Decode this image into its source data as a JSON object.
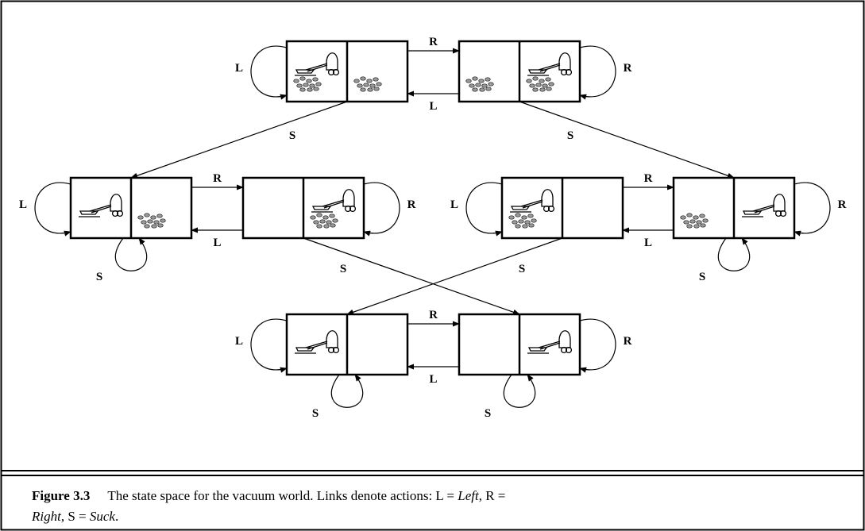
{
  "diagram": {
    "action_labels": {
      "left": "L",
      "right": "R",
      "suck": "S"
    },
    "states": [
      {
        "id": "s1",
        "left_cell": {
          "vacuum": true,
          "dirt": true
        },
        "right_cell": {
          "vacuum": false,
          "dirt": true
        }
      },
      {
        "id": "s2",
        "left_cell": {
          "vacuum": false,
          "dirt": true
        },
        "right_cell": {
          "vacuum": true,
          "dirt": true
        }
      },
      {
        "id": "s3",
        "left_cell": {
          "vacuum": true,
          "dirt": false
        },
        "right_cell": {
          "vacuum": false,
          "dirt": true
        }
      },
      {
        "id": "s4",
        "left_cell": {
          "vacuum": false,
          "dirt": false
        },
        "right_cell": {
          "vacuum": true,
          "dirt": true
        }
      },
      {
        "id": "s5",
        "left_cell": {
          "vacuum": true,
          "dirt": true
        },
        "right_cell": {
          "vacuum": false,
          "dirt": false
        }
      },
      {
        "id": "s6",
        "left_cell": {
          "vacuum": false,
          "dirt": true
        },
        "right_cell": {
          "vacuum": true,
          "dirt": false
        }
      },
      {
        "id": "s7",
        "left_cell": {
          "vacuum": true,
          "dirt": false
        },
        "right_cell": {
          "vacuum": false,
          "dirt": false
        }
      },
      {
        "id": "s8",
        "left_cell": {
          "vacuum": false,
          "dirt": false
        },
        "right_cell": {
          "vacuum": true,
          "dirt": false
        }
      }
    ],
    "transitions": [
      {
        "from": "s1",
        "to": "s2",
        "action": "R"
      },
      {
        "from": "s2",
        "to": "s1",
        "action": "L"
      },
      {
        "from": "s1",
        "to": "s1",
        "action": "L"
      },
      {
        "from": "s2",
        "to": "s2",
        "action": "R"
      },
      {
        "from": "s1",
        "to": "s3",
        "action": "S"
      },
      {
        "from": "s2",
        "to": "s6",
        "action": "S"
      },
      {
        "from": "s3",
        "to": "s4",
        "action": "R"
      },
      {
        "from": "s4",
        "to": "s3",
        "action": "L"
      },
      {
        "from": "s3",
        "to": "s3",
        "action": "L"
      },
      {
        "from": "s3",
        "to": "s3",
        "action": "S"
      },
      {
        "from": "s4",
        "to": "s4",
        "action": "R"
      },
      {
        "from": "s4",
        "to": "s8",
        "action": "S"
      },
      {
        "from": "s5",
        "to": "s6",
        "action": "R"
      },
      {
        "from": "s6",
        "to": "s5",
        "action": "L"
      },
      {
        "from": "s5",
        "to": "s5",
        "action": "L"
      },
      {
        "from": "s5",
        "to": "s7",
        "action": "S"
      },
      {
        "from": "s6",
        "to": "s6",
        "action": "R"
      },
      {
        "from": "s6",
        "to": "s6",
        "action": "S"
      },
      {
        "from": "s7",
        "to": "s8",
        "action": "R"
      },
      {
        "from": "s8",
        "to": "s7",
        "action": "L"
      },
      {
        "from": "s7",
        "to": "s7",
        "action": "L"
      },
      {
        "from": "s7",
        "to": "s7",
        "action": "S"
      },
      {
        "from": "s8",
        "to": "s8",
        "action": "R"
      },
      {
        "from": "s8",
        "to": "s8",
        "action": "S"
      }
    ]
  },
  "caption": {
    "figure_number": "Figure 3.3",
    "text_before": "The state space for the vacuum world. Links denote actions: L = ",
    "left_word": "Left",
    "text_mid1": ", R = ",
    "right_word": "Right",
    "text_mid2": ", S = ",
    "suck_word": "Suck",
    "text_end": "."
  }
}
